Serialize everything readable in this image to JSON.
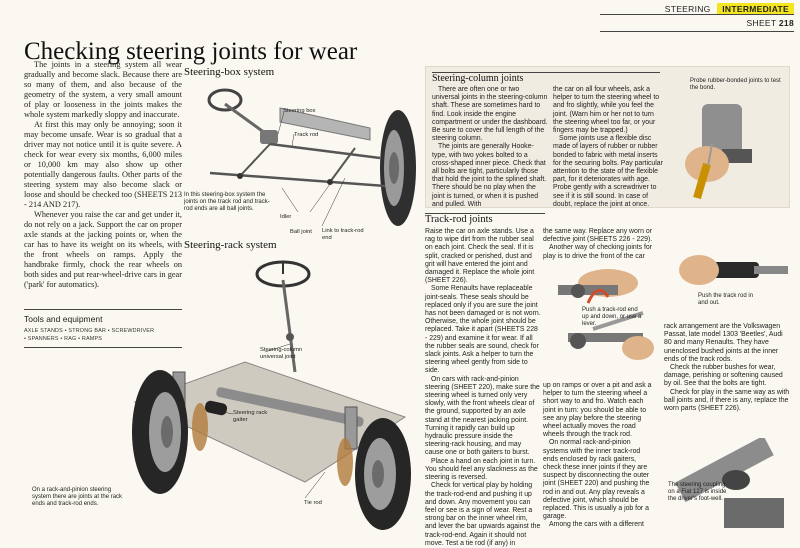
{
  "header": {
    "section": "STEERING",
    "level": "INTERMEDIATE",
    "sheet_label": "SHEET",
    "sheet_number": "218"
  },
  "title": "Checking steering joints for wear",
  "intro": {
    "p1": "The joints in a steering system all wear gradually and become slack. Because there are so many of them, and also because of the geometry of the system, a very small amount of play or looseness in the joints makes the whole system markedly sloppy and inaccurate.",
    "p2": "At first this may only be annoying; soon it may become unsafe. Wear is so gradual that a driver may not notice until it is quite severe. A check for wear every six months, 6,000 miles or 10,000 km may also show up other potentially dangerous faults. Other parts of the steering system may also become slack or loose and should be checked too (SHEETS 213 - 214 AND 217).",
    "p3": "Whenever you raise the car and get under it, do not rely on a jack. Support the car on proper axle stands at the jacking points or, when the car has to have its weight on its wheels, with the front wheels on ramps. Apply the handbrake firmly, chock the rear wheels on both sides and put rear-wheel-drive cars in gear ('park' for automatics)."
  },
  "tools": {
    "title": "Tools and equipment",
    "line1": "AXLE STANDS  •  STRONG BAR  •  SCREWDRIVER",
    "line2": "•  SPANNERS  •  RAG  •  RAMPS"
  },
  "box_system": {
    "title": "Steering-box system",
    "labels": {
      "steering_box": "Steering box",
      "track_rod": "Track rod",
      "idler": "Idler",
      "ball_joint": "Ball joint",
      "link": "Link to track-rod end"
    },
    "caption": "In this steering-box system the joints on the track rod and track-rod ends are all ball joints."
  },
  "rack_system": {
    "title": "Steering-rack system",
    "labels": {
      "universal": "Steering-column universal joint",
      "gaiter": "Steering rack gaiter",
      "tie_rod": "Tie rod"
    },
    "caption": "On a rack-and-pinion steering system there are joints at the rack ends and track-rod ends."
  },
  "column_joints": {
    "title": "Steering-column joints",
    "c1": [
      "There are often one or two universal joints in the steering-column shaft. These are sometimes hard to find. Look inside the engine compartment or under the dashboard. Be sure to cover the full length of the steering column.",
      "The joints are generally Hooke-type, with two yokes bolted to a cross-shaped inner piece. Check that all bolts are tight, particularly those that hold the joint to the splined shaft. There should be no play when the joint is turned, or when it is pushed and pulled. With"
    ],
    "c2": [
      "the car on all four wheels, ask a helper to turn the steering wheel to and fro slightly, while you feel the joint. (Warn him or her not to turn the steering wheel too far, or your fingers may be trapped.)",
      "Some joints use a flexible disc made of layers of rubber or rubber bonded to fabric with metal inserts for the securing bolts. Pay particular attention to the state of the flexible part, for it deteriorates with age. Probe gently with a screwdriver to see if it is still sound. In case of doubt, replace the joint at once."
    ],
    "probe_caption": "Probe rubber-bonded joints to test the bond."
  },
  "track_rod_joints": {
    "title": "Track-rod joints",
    "c1": [
      "Raise the car on axle stands. Use a rag to wipe dirt from the rubber seal on each joint. Check the seal. If it is split, cracked or perished, dust and grit will have entered the joint and damaged it. Replace the whole joint (SHEET 226).",
      "Some Renaults have replaceable joint-seals. These seals should be replaced only if you are sure the joint has not been damaged or is not worn. Otherwise, the whole joint should be replaced. Take it apart (SHEETS 228 - 229) and examine it for wear. If all the rubber seals are sound, check for slack joints. Ask a helper to turn the steering wheel gently from side to side.",
      "On cars with rack-and-pinion steering (SHEET 220), make sure the steering wheel is turned only very slowly, with the front wheels clear of the ground, supported by an axle stand at the nearest jacking point. Turning it rapidly can build up hydraulic pressure inside the steering-rack housing, and may cause one or both gaiters to burst.",
      "Place a hand on each joint in turn. You should feel any slackness as the steering is reversed.",
      "Check for vertical play by holding the track-rod-end and pushing it up and down. Any movement you can feel or see is a sign of wear. Rest a strong bar on the inner wheel rim, and lever the bar upwards against the track-rod-end. Again it should not move. Test a tie rod (if any) in"
    ],
    "c2a": [
      "the same way. Replace any worn or defective joint (SHEETS 226 - 229).",
      "Another way of checking joints for play is to drive the front of the car"
    ],
    "c2b": [
      "up on ramps or over a pit and ask a helper to turn the steering wheel a short way to and fro. Watch each joint in turn: you should be able to see any play before the steering wheel actually moves the road wheels through the track rod.",
      "On normal rack-and-pinion systems with the inner track-rod ends enclosed by rack gaiters, check these inner joints if they are suspect by disconnecting the outer joint (SHEET 220) and pushing the rod in and out. Any play reveals a defective joint, which should be replaced. This is usually a job for a garage.",
      "Among the cars with a different"
    ],
    "c3": [
      "rack arrangement are the Volkswagen Passat, late model 1303 'Beetles', Audi 80 and many Renaults. They have unenclosed bushed joints at the inner ends of the track rods.",
      "Check the rubber bushes for wear, damage, perishing or softening caused by oil. See that the bolts are tight.",
      "Check for play in the same way as with ball joints and, if there is any, replace the worn parts (SHEET 226)."
    ],
    "push_caption": "Push a track-rod end up and down, or use a lever.",
    "push_rod_caption": "Push the track rod in and out.",
    "fiat_caption": "The steering coupling on a Fiat 127 is inside the driver's foot-well."
  },
  "colors": {
    "accent": "#f3e61e",
    "paper": "#fbf8f1",
    "ink": "#222222",
    "metal": "#8a8a8a",
    "rust": "#b8863b"
  }
}
